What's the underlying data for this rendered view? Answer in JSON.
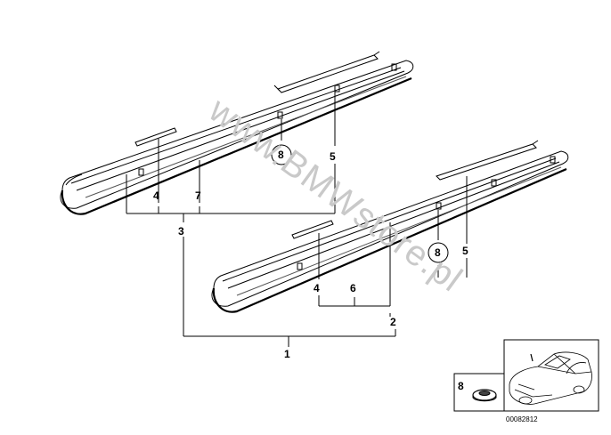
{
  "watermark": "www.BMWstore.pl",
  "callouts": {
    "c1": "1",
    "c2": "2",
    "c3": "3",
    "c4_upper": "4",
    "c7": "7",
    "c5_upper": "5",
    "c8_upper": "8",
    "c4_lower": "4",
    "c6": "6",
    "c5_lower": "5",
    "c8_lower": "8"
  },
  "inset": {
    "part_number": "8",
    "diagram_code": "00082812"
  }
}
